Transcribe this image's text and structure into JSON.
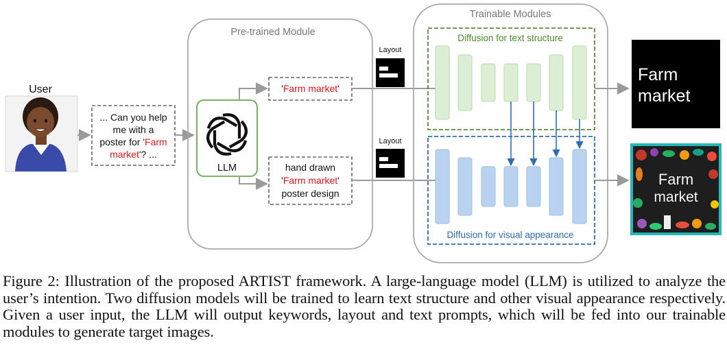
{
  "diagram": {
    "user_label": "User",
    "user_prompt": {
      "line1": "... Can you help",
      "line2": "me with a",
      "line3_pre": "poster for '",
      "line3_red": "Farm",
      "line4_red": "market",
      "line4_post": "'? ..."
    },
    "pretrained_title": "Pre-trained Module",
    "llm_label": "LLM",
    "keyword": {
      "pre": "'",
      "red": "Farm market",
      "post": "'"
    },
    "text_prompt": {
      "line1": "hand drawn",
      "line2_pre": "'",
      "line2_red": "Farm market",
      "line2_post": "'",
      "line3": "poster design"
    },
    "layout_label_top": "Layout",
    "layout_label_bottom": "Layout",
    "trainable_title": "Trainable Modules",
    "text_structure_label": "Diffusion for text structure",
    "visual_appearance_label": "Diffusion for visual appearance",
    "output_text_line1": "Farm",
    "output_text_line2": "market",
    "poster_line1": "Farm",
    "poster_line2": "market",
    "colors": {
      "red_keyword": "#e8141b",
      "llm_green": "#6aa84f",
      "text_structure_green": "#5b8a3a",
      "text_unet_fill": "#dcefd5",
      "visual_blue": "#2e6db4",
      "visual_unet_fill": "#b9d2ef",
      "arrow_gray": "#9a9a9a",
      "module_border": "#a9a9a9"
    }
  },
  "caption": {
    "figure_label": "Figure 2:",
    "text": "Illustration of the proposed ARTIST framework. A large-language model (LLM) is utilized to analyze the user’s intention. Two diffusion models will be trained to learn text structure and other visual appearance respectively. Given a user input, the LLM will output keywords, layout and text prompts, which will be fed into our trainable modules to generate target images."
  }
}
